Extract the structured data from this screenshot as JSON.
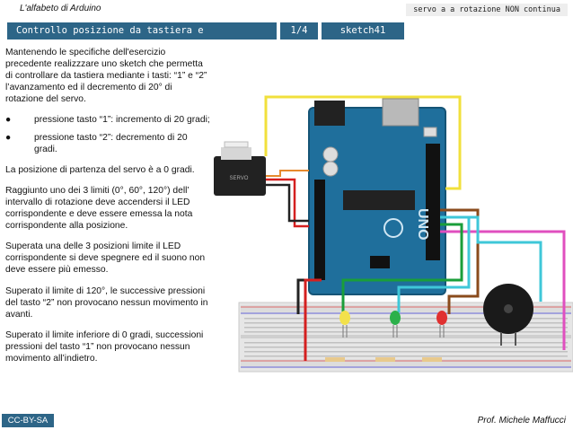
{
  "header": {
    "book_title": "L'alfabeto di Arduino",
    "series_title": "servo a a rotazione NON continua"
  },
  "title_bar": {
    "title": "Controllo posizione da tastiera e segnalazione",
    "page": "1/4",
    "sketch": "sketch41"
  },
  "content": {
    "intro": "Mantenendo le specifiche dell'esercizio precedente realizzzare uno sketch che permetta di controllare da tastiera mediante i tasti: “1” e “2” l’avanzamento ed il decremento di 20° di rotazione del servo.",
    "bullets": [
      "pressione tasto “1”: incremento di 20 gradi;",
      "pressione tasto “2”: decremento di 20 gradi."
    ],
    "bullet_symbol": "●",
    "paragraphs": [
      "La posizione di partenza del servo è a 0 gradi.",
      "Raggiunto uno dei 3 limiti (0°, 60°, 120°) dell’ intervallo di rotazione deve accendersi il LED corrispondente e deve essere emessa la nota corrispondente alla posizione.",
      "Superata una delle 3 posizioni limite il LED corrispondente si deve spegnere ed il suono non deve essere più emesso.",
      "Superato il limite di 120°, le successive pressioni del tasto “2” non provocano nessun movimento in avanti.",
      "Superato il limite inferiore di 0 gradi, successioni pressioni del tasto “1” non provocano nessun movimento all’indietro."
    ]
  },
  "diagram": {
    "board_label": "UNO",
    "servo_label": "SERVO",
    "colors": {
      "board": "#1f6f9c",
      "breadboard": "#e6e6e6",
      "wire_yellow": "#f1e03c",
      "wire_pink": "#e04fbf",
      "wire_cyan": "#3fc7d8",
      "wire_green": "#1a9e3a",
      "wire_brown": "#8a4b1c",
      "wire_red": "#d42020",
      "led_yellow": "#f2e14b",
      "led_green": "#2bb04a",
      "led_red": "#e03030"
    }
  },
  "footer": {
    "license": "CC-BY-SA",
    "author": "Prof. Michele Maffucci"
  }
}
